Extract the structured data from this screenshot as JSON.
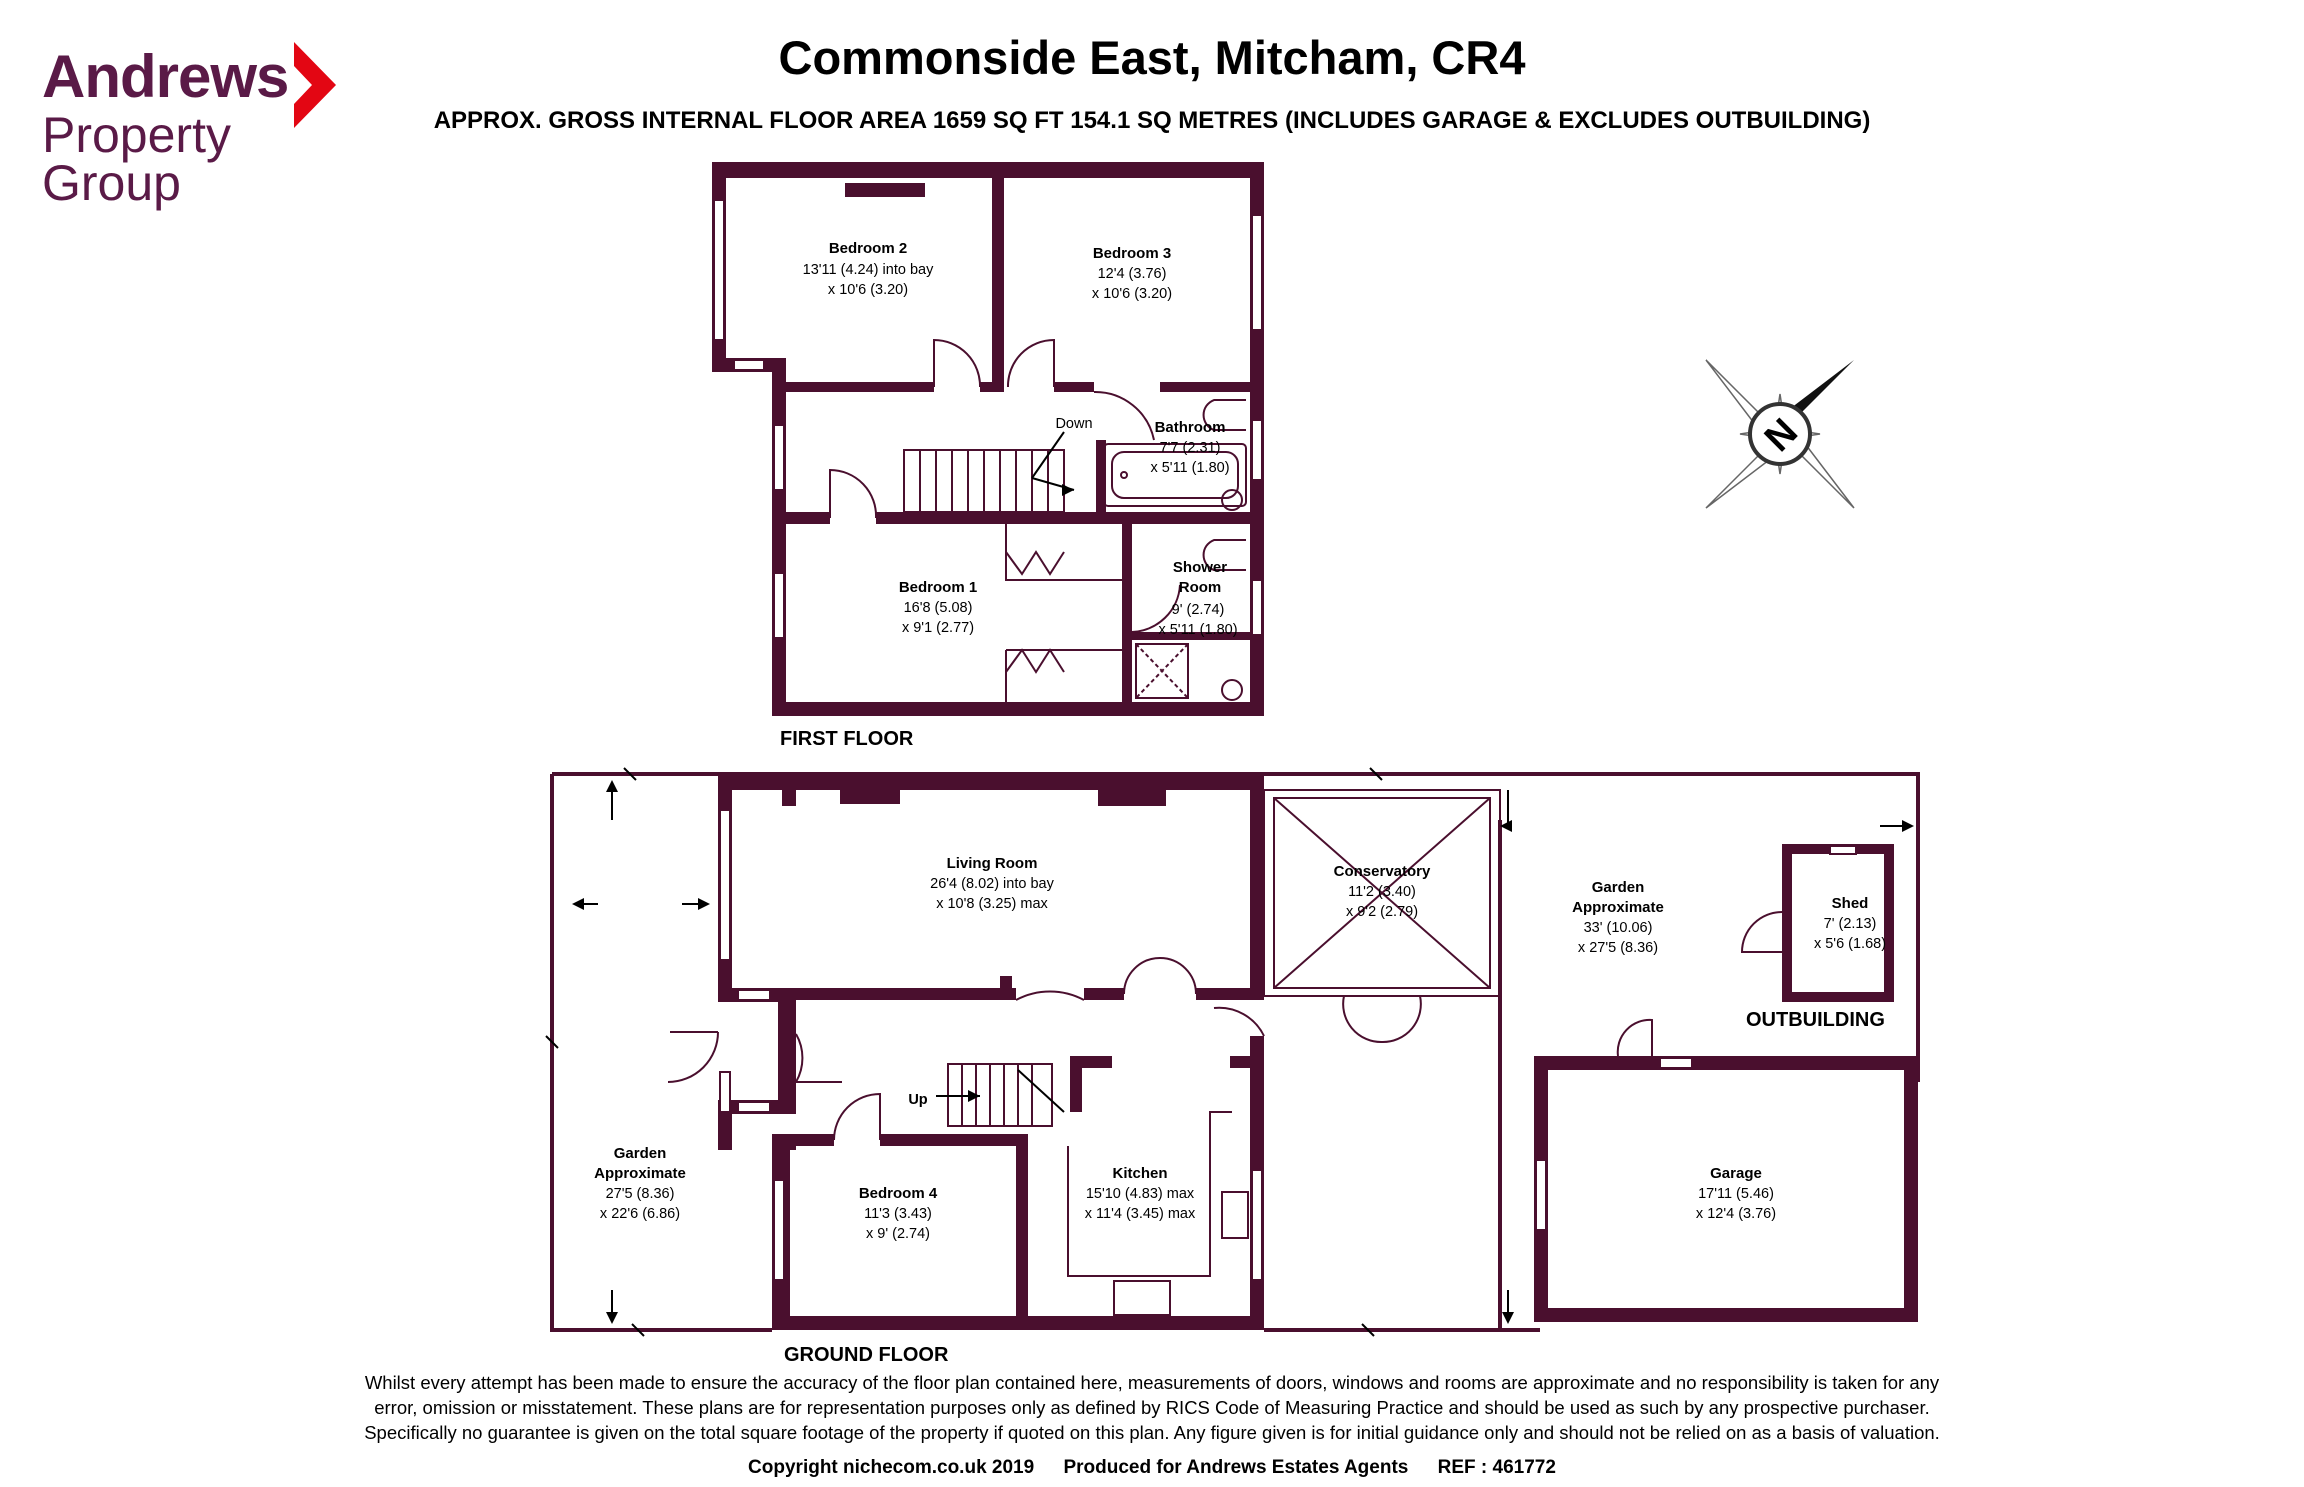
{
  "logo": {
    "line1": "Andrews",
    "line2": "Property",
    "line3": "Group",
    "color": "#5a1a47",
    "accent": "#e30613"
  },
  "title": "Commonside East, Mitcham, CR4",
  "subtitle": "APPROX. GROSS INTERNAL FLOOR AREA 1659 SQ FT 154.1  SQ METRES (INCLUDES GARAGE & EXCLUDES OUTBUILDING)",
  "colors": {
    "wall": "#4a0f2e"
  },
  "floors": {
    "first": "FIRST FLOOR",
    "ground": "GROUND FLOOR",
    "outbuilding": "OUTBUILDING"
  },
  "rooms": {
    "bedroom2": {
      "name": "Bedroom 2",
      "d1": "13'11 (4.24) into bay",
      "d2": "x 10'6 (3.20)"
    },
    "bedroom3": {
      "name": "Bedroom 3",
      "d1": "12'4 (3.76)",
      "d2": "x 10'6 (3.20)"
    },
    "bathroom": {
      "name": "Bathroom",
      "d1": "7'7 (2.31)",
      "d2": "x 5'11 (1.80)"
    },
    "bedroom1": {
      "name": "Bedroom 1",
      "d1": "16'8 (5.08)",
      "d2": "x 9'1 (2.77)"
    },
    "shower": {
      "name1": "Shower",
      "name2": "Room",
      "d1": "9' (2.74)",
      "d2": "x 5'11 (1.80)"
    },
    "living": {
      "name": "Living Room",
      "d1": "26'4 (8.02) into bay",
      "d2": "x 10'8 (3.25) max"
    },
    "conservatory": {
      "name": "Conservatory",
      "d1": "11'2 (3.40)",
      "d2": "x 9'2 (2.79)"
    },
    "garden_rear": {
      "name1": "Garden",
      "name2": "Approximate",
      "d1": "33' (10.06)",
      "d2": "x 27'5 (8.36)"
    },
    "shed": {
      "name": "Shed",
      "d1": "7' (2.13)",
      "d2": "x 5'6 (1.68)"
    },
    "garden_front": {
      "name1": "Garden",
      "name2": "Approximate",
      "d1": "27'5 (8.36)",
      "d2": "x 22'6 (6.86)"
    },
    "bedroom4": {
      "name": "Bedroom 4",
      "d1": "11'3 (3.43)",
      "d2": "x 9' (2.74)"
    },
    "kitchen": {
      "name": "Kitchen",
      "d1": "15'10 (4.83) max",
      "d2": "x 11'4 (3.45) max"
    },
    "garage": {
      "name": "Garage",
      "d1": "17'11 (5.46)",
      "d2": "x 12'4 (3.76)"
    }
  },
  "stairs": {
    "down": "Down",
    "up": "Up"
  },
  "compass": {
    "letter": "N"
  },
  "disclaimer": [
    "Whilst every attempt has been made to ensure the accuracy of the floor plan contained here, measurements of doors, windows and rooms are approximate and no responsibility is taken for any",
    "error, omission or misstatement. These plans are for representation purposes only as defined by RICS Code of Measuring Practice and should be used as such by any prospective purchaser.",
    "Specifically no guarantee is given on the total square footage of the property if quoted on this plan. Any figure given is for initial guidance only and should not be relied on as a basis of valuation."
  ],
  "credits": {
    "copyright": "Copyright nichecom.co.uk 2019",
    "produced": "Produced for Andrews Estates Agents",
    "ref": "REF : 461772"
  }
}
